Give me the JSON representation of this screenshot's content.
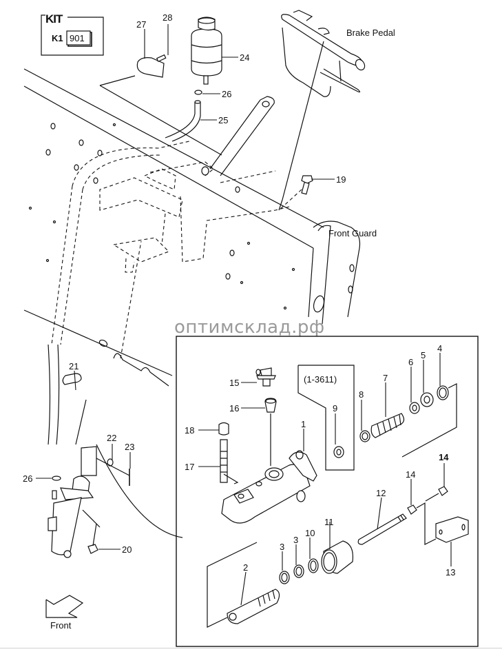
{
  "kit": {
    "title": "KIT",
    "code_prefix": "K1",
    "code_value": "901"
  },
  "captions": {
    "brake_pedal": "Brake Pedal",
    "front_guard": "Front Guard",
    "front_arrow": "Front"
  },
  "watermark": "оптимсклад.рф",
  "kit_group_label": "(1-3611)",
  "callouts": {
    "c1": "1",
    "c2": "2",
    "c3a": "3",
    "c3b": "3",
    "c4": "4",
    "c5": "5",
    "c6": "6",
    "c7": "7",
    "c8": "8",
    "c9": "9",
    "c10": "10",
    "c11": "11",
    "c12": "12",
    "c13": "13",
    "c14a": "14",
    "c14b": "14",
    "c15": "15",
    "c16": "16",
    "c17": "17",
    "c18": "18",
    "c19": "19",
    "c20": "20",
    "c21": "21",
    "c22": "22",
    "c23": "23",
    "c24": "24",
    "c25": "25",
    "c26a": "26",
    "c26b": "26",
    "c27": "27",
    "c28": "28"
  }
}
